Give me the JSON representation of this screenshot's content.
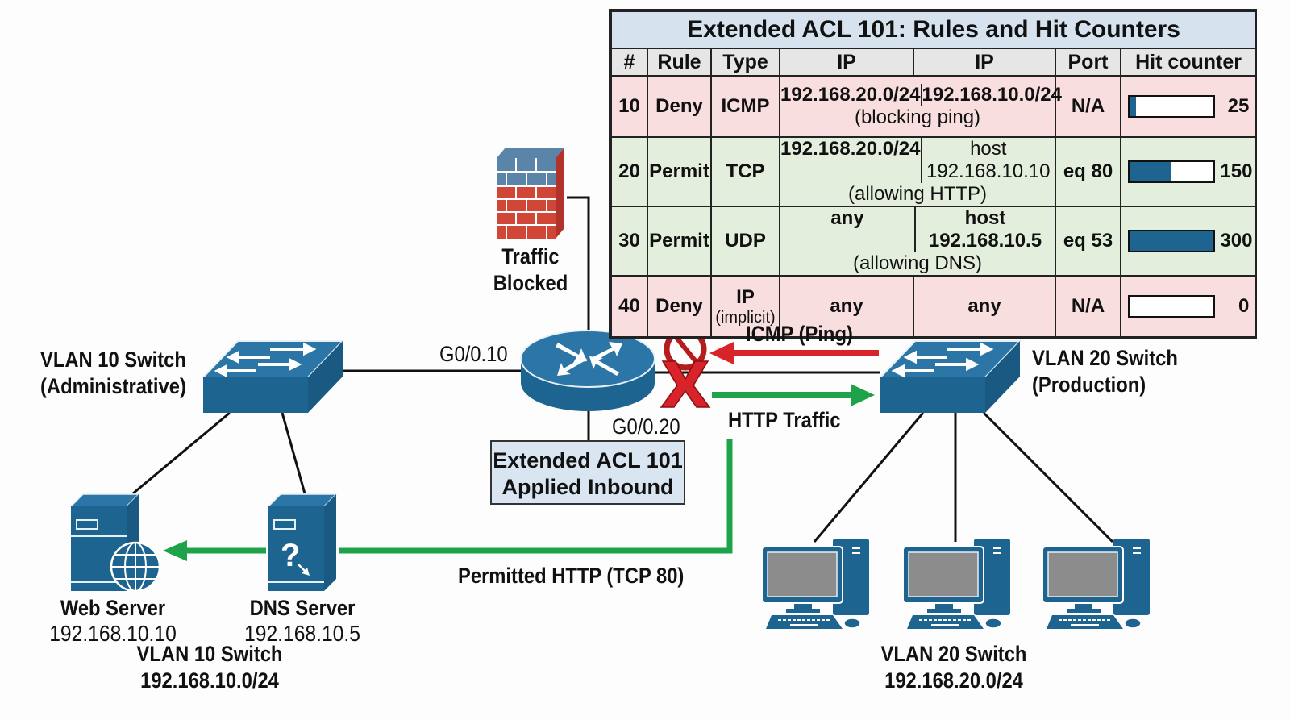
{
  "acl_table": {
    "title": "Extended ACL 101: Rules and Hit Counters",
    "headers": [
      "#",
      "Rule",
      "Type",
      "IP",
      "IP",
      "Port",
      "Hit counter"
    ],
    "hit_max": 300,
    "rows": [
      {
        "num": "10",
        "rule": "Deny",
        "type": "ICMP",
        "type_note": "",
        "src": "192.168.20.0/24",
        "dst": "192.168.10.0/24",
        "note": "(blocking ping)",
        "port": "N/A",
        "hits": 25,
        "hits_label": "25",
        "action": "deny"
      },
      {
        "num": "20",
        "rule": "Permit",
        "type": "TCP",
        "type_note": "",
        "src": "192.168.20.0/24",
        "dst": "host 192.168.10.10",
        "note": "(allowing HTTP)",
        "port": "eq 80",
        "hits": 150,
        "hits_label": "150",
        "action": "permit"
      },
      {
        "num": "30",
        "rule": "Permit",
        "type": "UDP",
        "type_note": "",
        "src": "any",
        "dst": "host 192.168.10.5",
        "note": "(allowing DNS)",
        "port": "eq 53",
        "hits": 300,
        "hits_label": "300",
        "action": "permit"
      },
      {
        "num": "40",
        "rule": "Deny",
        "type": "IP",
        "type_note": "(implicit)",
        "src": "any",
        "dst": "any",
        "note": "",
        "port": "N/A",
        "hits": 0,
        "hits_label": "0",
        "action": "deny"
      }
    ]
  },
  "firewall": {
    "label_line1": "Traffic",
    "label_line2": "Blocked"
  },
  "router": {
    "port_left": "G0/0.10",
    "port_right": "G0/0.20",
    "acl_box_line1": "Extended ACL 101",
    "acl_box_line2": "Applied Inbound"
  },
  "flows": {
    "icmp": "ICMP (Ping)",
    "http": "HTTP Traffic",
    "permitted": "Permitted HTTP (TCP 80)"
  },
  "vlan10": {
    "switch_line1": "VLAN 10 Switch",
    "switch_line2": "(Administrative)",
    "web_server_name": "Web Server",
    "web_server_ip": "192.168.10.10",
    "dns_server_name": "DNS Server",
    "dns_server_ip": "192.168.10.5",
    "footer_line1": "VLAN 10 Switch",
    "footer_line2": "192.168.10.0/24"
  },
  "vlan20": {
    "switch_line1": "VLAN 20 Switch",
    "switch_line2": "(Production)",
    "footer_line1": "VLAN 20 Switch",
    "footer_line2": "192.168.20.0/24"
  },
  "colors": {
    "device_blue": "#1e6490",
    "deny_red": "#d9232a",
    "permit_green": "#1fa34a",
    "deny_row": "#f8dede",
    "permit_row": "#e3efdc",
    "title_bg": "#d6e3ef"
  }
}
